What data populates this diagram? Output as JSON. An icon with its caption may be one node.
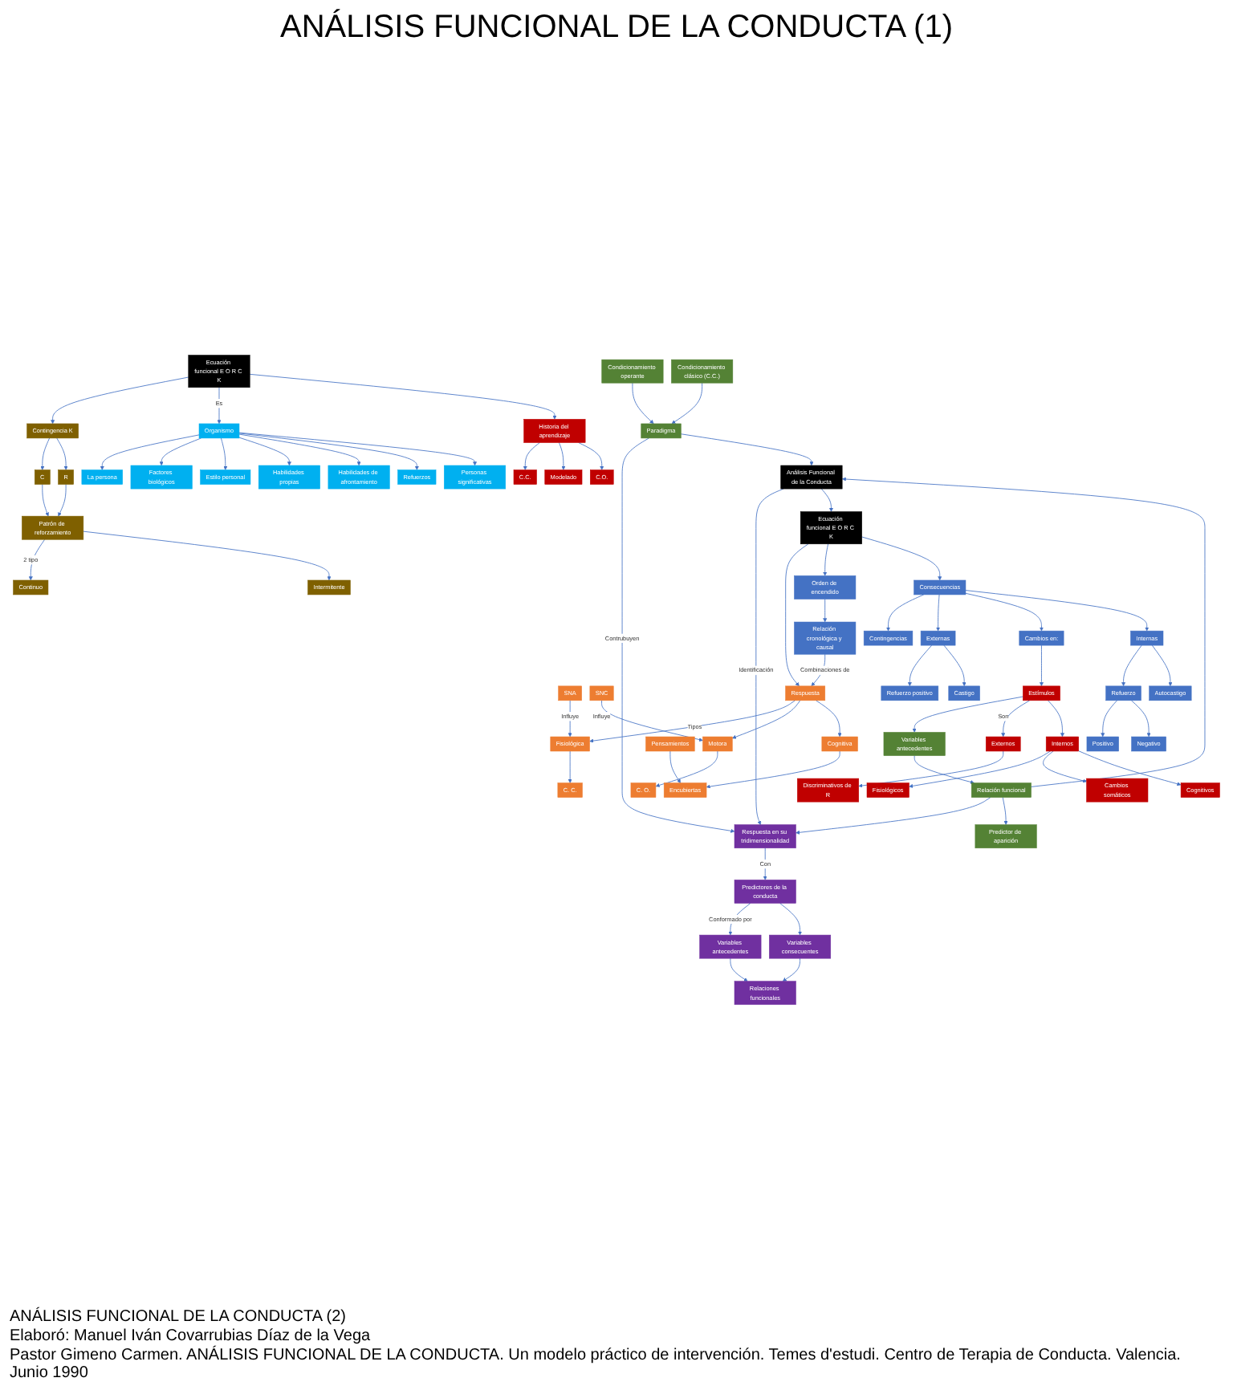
{
  "diagram": {
    "title": "ANÁLISIS FUNCIONAL DE LA CONDUCTA (1)",
    "nodes": [
      {
        "text": [
          "Variables antecedentes"
        ]
      },
      {
        "text": [
          "Relaciones funcionales"
        ]
      },
      {
        "text": [
          "Variables consecuentes"
        ]
      },
      {
        "text": [
          "SNA"
        ]
      },
      {
        "text": [
          "Fisiológica"
        ]
      },
      {
        "text": [
          "C. C."
        ]
      },
      {
        "text": [
          "SNC"
        ]
      },
      {
        "text": [
          "Motora"
        ]
      },
      {
        "text": [
          "C. O."
        ]
      },
      {
        "text": [
          "Pensamientos"
        ]
      },
      {
        "text": [
          "Encubiertas"
        ]
      },
      {
        "text": [
          "Cognitiva"
        ]
      },
      {
        "text": [
          "Respuesta"
        ]
      },
      {
        "text": [
          "Predictores de la conducta"
        ]
      },
      {
        "text": [
          "Respuesta en su tridimensionalidad"
        ]
      },
      {
        "text": [
          "Análisis Funcional de la Conducta"
        ]
      },
      {
        "text": [
          "Condicionamiento operante"
        ]
      },
      {
        "text": [
          "Condicionamiento clásico (C.C.)"
        ]
      },
      {
        "text": [
          "Paradigma"
        ]
      },
      {
        "text": [
          "Predictor de aparición"
        ]
      },
      {
        "text": [
          "Relación funcional"
        ]
      },
      {
        "text": [
          "Variables antecedentes"
        ]
      },
      {
        "text": [
          "Ecuación funcional E O R C K"
        ]
      },
      {
        "text": [
          "Estímulos"
        ]
      },
      {
        "text": [
          "Relación cronológica y causal"
        ]
      },
      {
        "text": [
          "Orden de encendido"
        ]
      },
      {
        "text": [
          "Externos"
        ]
      },
      {
        "text": [
          "Internos"
        ]
      },
      {
        "text": [
          "Fisiológicos"
        ]
      },
      {
        "text": [
          "Cambios somáticos"
        ]
      },
      {
        "text": [
          "Cognitivos"
        ]
      },
      {
        "text": [
          "Contingencias"
        ]
      },
      {
        "text": [
          "Consecuencias"
        ]
      },
      {
        "text": [
          "Discriminativos de R"
        ]
      },
      {
        "text": [
          "Refuerzo positivo"
        ]
      },
      {
        "text": [
          "Externas"
        ]
      },
      {
        "text": [
          "Cambios en:"
        ]
      },
      {
        "text": [
          "Castigo"
        ]
      },
      {
        "text": [
          "Internas"
        ]
      },
      {
        "text": [
          "Refuerzo"
        ]
      },
      {
        "text": [
          "Autocastigo"
        ]
      },
      {
        "text": [
          "Positivo"
        ]
      },
      {
        "text": [
          "Negativo"
        ]
      },
      {
        "text": [
          "Continuo"
        ]
      },
      {
        "text": [
          "Intermitente"
        ]
      },
      {
        "text": [
          "Patrón de reforzamiento"
        ]
      },
      {
        "text": [
          "C"
        ]
      },
      {
        "text": [
          "R"
        ]
      },
      {
        "text": [
          "Contingencia  K"
        ]
      },
      {
        "text": [
          "Factores biológicos"
        ]
      },
      {
        "text": [
          "Estilo personal"
        ]
      },
      {
        "text": [
          "Habilidades propias"
        ]
      },
      {
        "text": [
          "Habilidades de afrontamiento"
        ]
      },
      {
        "text": [
          "Refuerzos"
        ]
      },
      {
        "text": [
          "Personas significativas"
        ]
      },
      {
        "text": [
          "Organismo"
        ]
      },
      {
        "text": [
          "La persona"
        ]
      },
      {
        "text": [
          "Ecuación funcional E O R C K"
        ]
      },
      {
        "text": [
          "Historia del aprendizaje"
        ]
      },
      {
        "text": [
          "C.C."
        ]
      },
      {
        "text": [
          "Modelado"
        ]
      },
      {
        "text": [
          "C.O."
        ]
      }
    ],
    "edges": [
      {
        "from": 0,
        "to": 1,
        "arrow": "to"
      },
      {
        "from": 2,
        "to": 1,
        "arrow": "to"
      },
      {
        "from": 13,
        "to": 0,
        "arrow": "to",
        "label": "Conformado por"
      },
      {
        "from": 13,
        "to": 2,
        "arrow": "to"
      },
      {
        "from": 3,
        "to": 4,
        "arrow": "to",
        "label": "Influye"
      },
      {
        "from": 4,
        "to": 5,
        "arrow": "to"
      },
      {
        "from": 6,
        "to": 7,
        "arrow": "to",
        "label": "Influye"
      },
      {
        "from": 7,
        "to": 8,
        "arrow": "to"
      },
      {
        "from": 9,
        "to": 10,
        "arrow": "to"
      },
      {
        "from": 11,
        "to": 10,
        "arrow": "to"
      },
      {
        "from": 12,
        "to": 4,
        "arrow": "to",
        "label": "Tipos"
      },
      {
        "from": 12,
        "to": 7,
        "arrow": "to"
      },
      {
        "from": 12,
        "to": 11,
        "arrow": "to"
      },
      {
        "from": 24,
        "to": 12,
        "arrow": "to",
        "label": "Combinaciones de"
      },
      {
        "from": 22,
        "to": 12,
        "arrow": "to"
      },
      {
        "from": 22,
        "to": 25,
        "arrow": "to"
      },
      {
        "from": 25,
        "to": 24,
        "arrow": "to"
      },
      {
        "from": 14,
        "to": 13,
        "arrow": "to",
        "label": "Con"
      },
      {
        "from": 15,
        "to": 14,
        "arrow": "to",
        "label": "Identificación"
      },
      {
        "from": 15,
        "to": 22,
        "arrow": "to"
      },
      {
        "from": 16,
        "to": 18,
        "arrow": "to"
      },
      {
        "from": 17,
        "to": 18,
        "arrow": "to"
      },
      {
        "from": 18,
        "to": 14,
        "arrow": "to",
        "label": "Contrubuyen"
      },
      {
        "from": 18,
        "to": 15,
        "arrow": "to"
      },
      {
        "from": 20,
        "to": 14,
        "arrow": "to"
      },
      {
        "from": 20,
        "to": 15,
        "arrow": "to"
      },
      {
        "from": 20,
        "to": 19,
        "arrow": "to"
      },
      {
        "from": 21,
        "to": 20,
        "arrow": "to"
      },
      {
        "from": 23,
        "to": 21,
        "arrow": "to"
      },
      {
        "from": 23,
        "to": 26,
        "arrow": "to",
        "label": "Son"
      },
      {
        "from": 23,
        "to": 27,
        "arrow": "to"
      },
      {
        "from": 36,
        "to": 23,
        "arrow": "to"
      },
      {
        "from": 26,
        "to": 33,
        "arrow": "to"
      },
      {
        "from": 27,
        "to": 28,
        "arrow": "to"
      },
      {
        "from": 27,
        "to": 29,
        "arrow": "to"
      },
      {
        "from": 27,
        "to": 30,
        "arrow": "to"
      },
      {
        "from": 22,
        "to": 32,
        "arrow": "to"
      },
      {
        "from": 32,
        "to": 31,
        "arrow": "to"
      },
      {
        "from": 32,
        "to": 35,
        "arrow": "to"
      },
      {
        "from": 32,
        "to": 36,
        "arrow": "to"
      },
      {
        "from": 32,
        "to": 38,
        "arrow": "to"
      },
      {
        "from": 35,
        "to": 34,
        "arrow": "to"
      },
      {
        "from": 35,
        "to": 37,
        "arrow": "to"
      },
      {
        "from": 38,
        "to": 39,
        "arrow": "to"
      },
      {
        "from": 38,
        "to": 40,
        "arrow": "to"
      },
      {
        "from": 39,
        "to": 41,
        "arrow": "to"
      },
      {
        "from": 39,
        "to": 42,
        "arrow": "to"
      },
      {
        "from": 45,
        "to": 43,
        "arrow": "to",
        "label": "2 tipo"
      },
      {
        "from": 45,
        "to": 44,
        "arrow": "to"
      },
      {
        "from": 46,
        "to": 45,
        "arrow": "to"
      },
      {
        "from": 47,
        "to": 45,
        "arrow": "to"
      },
      {
        "from": 48,
        "to": 46,
        "arrow": "to"
      },
      {
        "from": 48,
        "to": 47,
        "arrow": "to"
      },
      {
        "from": 57,
        "to": 48,
        "arrow": "to"
      },
      {
        "from": 57,
        "to": 55,
        "arrow": "to",
        "label": "Es"
      },
      {
        "from": 55,
        "to": 56,
        "arrow": "to"
      },
      {
        "from": 55,
        "to": 49,
        "arrow": "to"
      },
      {
        "from": 55,
        "to": 50,
        "arrow": "to"
      },
      {
        "from": 55,
        "to": 51,
        "arrow": "to"
      },
      {
        "from": 55,
        "to": 52,
        "arrow": "to"
      },
      {
        "from": 55,
        "to": 53,
        "arrow": "to"
      },
      {
        "from": 55,
        "to": 54,
        "arrow": "to"
      },
      {
        "from": 57,
        "to": 58,
        "arrow": "to"
      },
      {
        "from": 58,
        "to": 59,
        "arrow": "to"
      },
      {
        "from": 58,
        "to": 60,
        "arrow": "to"
      },
      {
        "from": 58,
        "to": 61,
        "arrow": "to"
      }
    ],
    "labels": [
      "ANÁLISIS FUNCIONAL DE LA CONDUCTA (2)",
      "Elaboró: Manuel Iván Covarrubias Díaz de la Vega",
      "Pastor Gimeno Carmen. ANÁLISIS FUNCIONAL DE LA CONDUCTA. Un modelo práctico de intervención. Temes d'estudi. Centro de Terapia de Conducta. Valencia. Junio 1990"
    ]
  }
}
